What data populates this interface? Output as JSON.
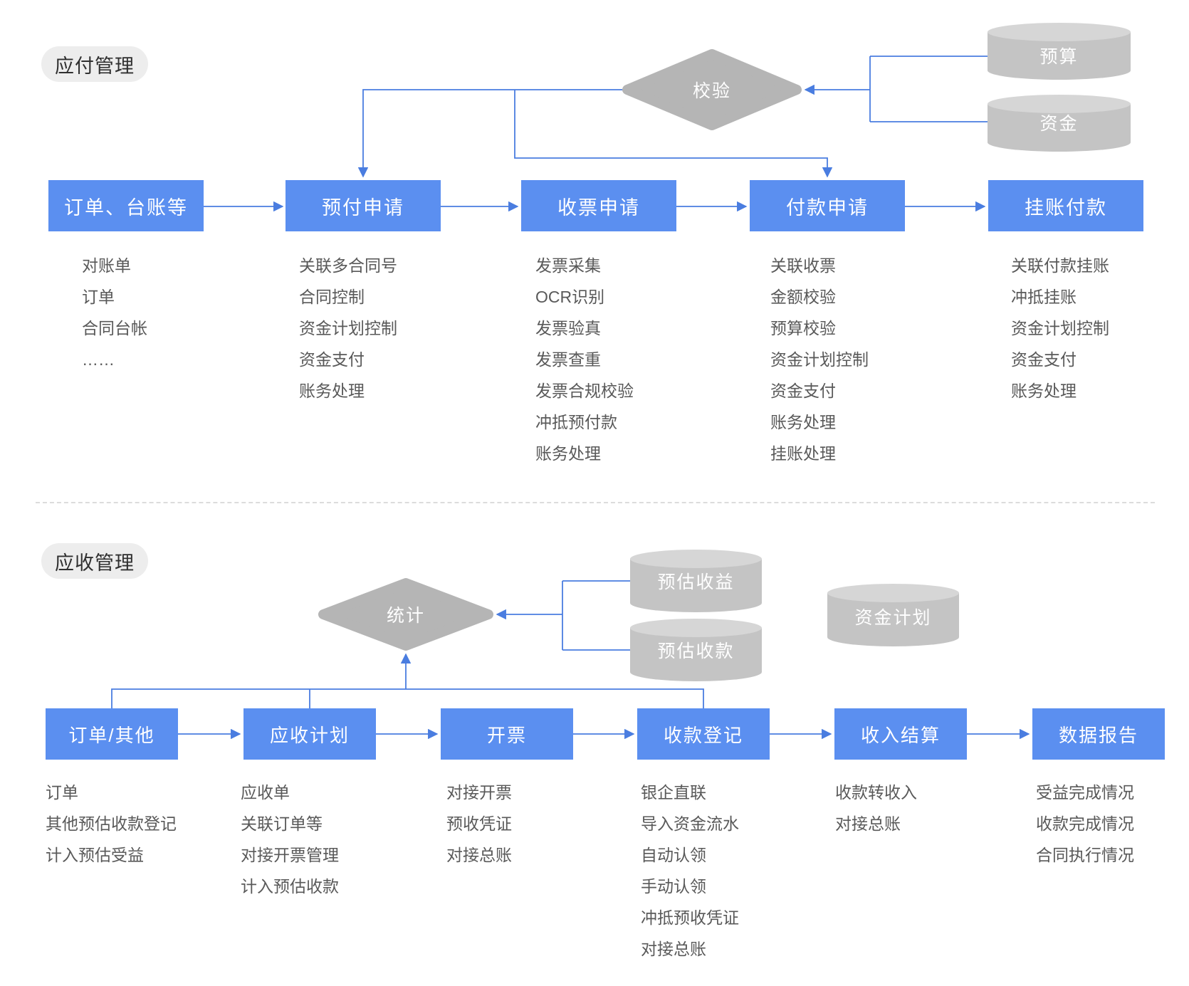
{
  "colors": {
    "node_blue": "#5b8ff0",
    "line_blue": "#4a7de0",
    "shape_gray": "#b5b5b5",
    "cylinder_gray": "#c4c4c4",
    "cylinder_top_gray": "#d6d6d6",
    "pill_bg": "#ededed",
    "list_text": "#595959",
    "divider_gray": "#dcdcdc"
  },
  "sections": {
    "payable": {
      "label": "应付管理",
      "diamond": "校验",
      "cylinders": [
        "预算",
        "资金"
      ],
      "flow": [
        {
          "label": "订单、台账等",
          "items": [
            "对账单",
            "订单",
            "合同台帐",
            "……"
          ]
        },
        {
          "label": "预付申请",
          "items": [
            "关联多合同号",
            "合同控制",
            "资金计划控制",
            "资金支付",
            "账务处理"
          ]
        },
        {
          "label": "收票申请",
          "items": [
            "发票采集",
            "OCR识别",
            "发票验真",
            "发票查重",
            "发票合规校验",
            "冲抵预付款",
            "账务处理"
          ]
        },
        {
          "label": "付款申请",
          "items": [
            "关联收票",
            "金额校验",
            "预算校验",
            "资金计划控制",
            "资金支付",
            "账务处理",
            "挂账处理"
          ]
        },
        {
          "label": "挂账付款",
          "items": [
            "关联付款挂账",
            "冲抵挂账",
            "资金计划控制",
            "资金支付",
            "账务处理"
          ]
        }
      ]
    },
    "receivable": {
      "label": "应收管理",
      "diamond": "统计",
      "cylinders": [
        "预估收益",
        "预估收款",
        "资金计划"
      ],
      "flow": [
        {
          "label": "订单/其他",
          "items": [
            "订单",
            "其他预估收款登记",
            "计入预估受益"
          ]
        },
        {
          "label": "应收计划",
          "items": [
            "应收单",
            "关联订单等",
            "对接开票管理",
            "计入预估收款"
          ]
        },
        {
          "label": "开票",
          "items": [
            "对接开票",
            "预收凭证",
            "对接总账"
          ]
        },
        {
          "label": "收款登记",
          "items": [
            "银企直联",
            "导入资金流水",
            "自动认领",
            "手动认领",
            "冲抵预收凭证",
            "对接总账"
          ]
        },
        {
          "label": "收入结算",
          "items": [
            "收款转收入",
            "对接总账"
          ]
        },
        {
          "label": "数据报告",
          "items": [
            "受益完成情况",
            "收款完成情况",
            "合同执行情况"
          ]
        }
      ]
    }
  }
}
